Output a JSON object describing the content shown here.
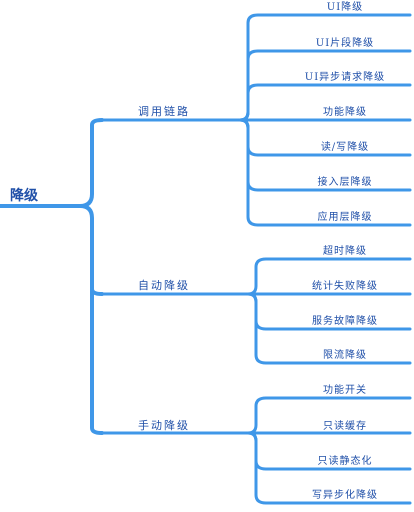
{
  "root": {
    "label": "降级"
  },
  "branches": [
    {
      "label": "调用链路",
      "leaves": [
        "UI降级",
        "UI片段降级",
        "UI异步请求降级",
        "功能降级",
        "读/写降级",
        "接入层降级",
        "应用层降级"
      ]
    },
    {
      "label": "自动降级",
      "leaves": [
        "超时降级",
        "统计失败降级",
        "服务故障降级",
        "限流降级"
      ]
    },
    {
      "label": "手动降级",
      "leaves": [
        "功能开关",
        "只读缓存",
        "只读静态化",
        "写异步化降级"
      ]
    }
  ],
  "colors": {
    "line": "#3f97e8",
    "text": "#1f4fa8",
    "background": "#ffffff"
  }
}
